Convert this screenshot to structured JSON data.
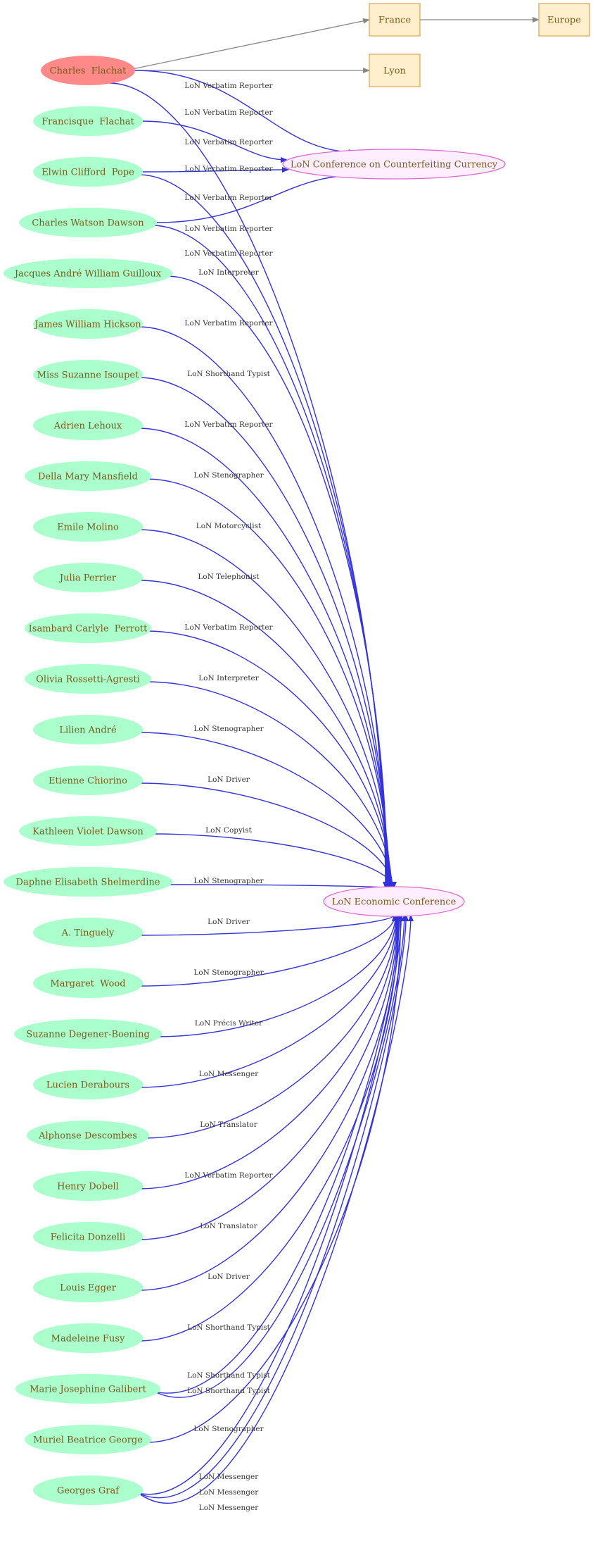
{
  "colors": {
    "person_fill": "#aaffcc",
    "highlight_fill": "#ff8888",
    "event_fill": "#ffeeff",
    "event_stroke": "#dd66cc",
    "place_fill": "#ffefcc",
    "place_stroke": "#e0a050",
    "edge_blue": "#3333dd",
    "edge_gray": "#888888",
    "label_text": "#7a5a1a",
    "edge_text": "#333333"
  },
  "places": [
    {
      "id": "france",
      "label": "France"
    },
    {
      "id": "europe",
      "label": "Europe"
    },
    {
      "id": "lyon",
      "label": "Lyon"
    }
  ],
  "events": [
    {
      "id": "counterfeiting",
      "label": "LoN Conference on Counterfeiting Currency"
    },
    {
      "id": "economic",
      "label": "LoN Economic Conference"
    }
  ],
  "people": [
    {
      "id": "p0",
      "label": "Charles  Flachat",
      "highlight": true
    },
    {
      "id": "p1",
      "label": "Francisque  Flachat"
    },
    {
      "id": "p2",
      "label": "Elwin Clifford  Pope"
    },
    {
      "id": "p3",
      "label": "Charles Watson Dawson"
    },
    {
      "id": "p4",
      "label": "Jacques André William Guilloux"
    },
    {
      "id": "p5",
      "label": "James William Hickson"
    },
    {
      "id": "p6",
      "label": "Miss Suzanne Isoupet"
    },
    {
      "id": "p7",
      "label": "Adrien Lehoux"
    },
    {
      "id": "p8",
      "label": "Della Mary Mansfield"
    },
    {
      "id": "p9",
      "label": "Emile Molino"
    },
    {
      "id": "p10",
      "label": "Julia Perrier"
    },
    {
      "id": "p11",
      "label": "Isambard Carlyle  Perrott"
    },
    {
      "id": "p12",
      "label": "Olivia Rossetti-Agresti"
    },
    {
      "id": "p13",
      "label": "Lilien André"
    },
    {
      "id": "p14",
      "label": "Etienne Chiorino"
    },
    {
      "id": "p15",
      "label": "Kathleen Violet Dawson"
    },
    {
      "id": "p16",
      "label": "Daphne Elisabeth Shelmerdine"
    },
    {
      "id": "p17",
      "label": "A. Tinguely"
    },
    {
      "id": "p18",
      "label": "Margaret  Wood"
    },
    {
      "id": "p19",
      "label": "Suzanne Degener-Boening"
    },
    {
      "id": "p20",
      "label": "Lucien Derabours"
    },
    {
      "id": "p21",
      "label": "Alphonse Descombes"
    },
    {
      "id": "p22",
      "label": "Henry Dobell"
    },
    {
      "id": "p23",
      "label": "Felicita Donzelli"
    },
    {
      "id": "p24",
      "label": "Louis Egger"
    },
    {
      "id": "p25",
      "label": "Madeleine Fusy"
    },
    {
      "id": "p26",
      "label": "Marie Josephine Galibert"
    },
    {
      "id": "p27",
      "label": "Muriel Beatrice George"
    },
    {
      "id": "p28",
      "label": "Georges Graf"
    }
  ],
  "edges": [
    {
      "from": "p0",
      "to": "france",
      "label": ""
    },
    {
      "from": "p0",
      "to": "lyon",
      "label": ""
    },
    {
      "from": "france",
      "to": "europe",
      "label": ""
    },
    {
      "from": "p0",
      "to": "counterfeiting",
      "label": "LoN Verbatim Reporter"
    },
    {
      "from": "p0",
      "to": "economic",
      "label": "LoN Verbatim Reporter"
    },
    {
      "from": "p1",
      "to": "counterfeiting",
      "label": "LoN Verbatim Reporter"
    },
    {
      "from": "p2",
      "to": "counterfeiting",
      "label": "LoN Verbatim Reporter"
    },
    {
      "from": "p2",
      "to": "economic",
      "label": "LoN Verbatim Reporter"
    },
    {
      "from": "p3",
      "to": "counterfeiting",
      "label": "LoN Verbatim Reporter"
    },
    {
      "from": "p3",
      "to": "economic",
      "label": "LoN Verbatim Reporter"
    },
    {
      "from": "p4",
      "to": "economic",
      "label": "LoN Interpreter"
    },
    {
      "from": "p5",
      "to": "economic",
      "label": "LoN Verbatim Reporter"
    },
    {
      "from": "p6",
      "to": "economic",
      "label": "LoN Shorthand Typist"
    },
    {
      "from": "p7",
      "to": "economic",
      "label": "LoN Verbatim Reporter"
    },
    {
      "from": "p8",
      "to": "economic",
      "label": "LoN Stenographer"
    },
    {
      "from": "p9",
      "to": "economic",
      "label": "LoN Motorcyclist"
    },
    {
      "from": "p10",
      "to": "economic",
      "label": "LoN Telephonist"
    },
    {
      "from": "p11",
      "to": "economic",
      "label": "LoN Verbatim Reporter"
    },
    {
      "from": "p12",
      "to": "economic",
      "label": "LoN Interpreter"
    },
    {
      "from": "p13",
      "to": "economic",
      "label": "LoN Stenographer"
    },
    {
      "from": "p14",
      "to": "economic",
      "label": "LoN Driver"
    },
    {
      "from": "p15",
      "to": "economic",
      "label": "LoN Copyist"
    },
    {
      "from": "p16",
      "to": "economic",
      "label": "LoN Stenographer"
    },
    {
      "from": "p17",
      "to": "economic",
      "label": "LoN Driver"
    },
    {
      "from": "p18",
      "to": "economic",
      "label": "LoN Stenographer"
    },
    {
      "from": "p19",
      "to": "economic",
      "label": "LoN Précis Writer"
    },
    {
      "from": "p20",
      "to": "economic",
      "label": "LoN Messenger"
    },
    {
      "from": "p21",
      "to": "economic",
      "label": "LoN Translator"
    },
    {
      "from": "p22",
      "to": "economic",
      "label": "LoN Verbatim Reporter"
    },
    {
      "from": "p23",
      "to": "economic",
      "label": "LoN Translator"
    },
    {
      "from": "p24",
      "to": "economic",
      "label": "LoN Driver"
    },
    {
      "from": "p25",
      "to": "economic",
      "label": "LoN Shorthand Typist"
    },
    {
      "from": "p26",
      "to": "economic",
      "label": "LoN Shorthand Typist"
    },
    {
      "from": "p26",
      "to": "economic",
      "label": "LoN Shorthand Typist"
    },
    {
      "from": "p27",
      "to": "economic",
      "label": "LoN Stenographer"
    },
    {
      "from": "p28",
      "to": "economic",
      "label": "LoN Messenger"
    },
    {
      "from": "p28",
      "to": "economic",
      "label": "LoN Messenger"
    },
    {
      "from": "p28",
      "to": "economic",
      "label": "LoN Messenger"
    }
  ]
}
